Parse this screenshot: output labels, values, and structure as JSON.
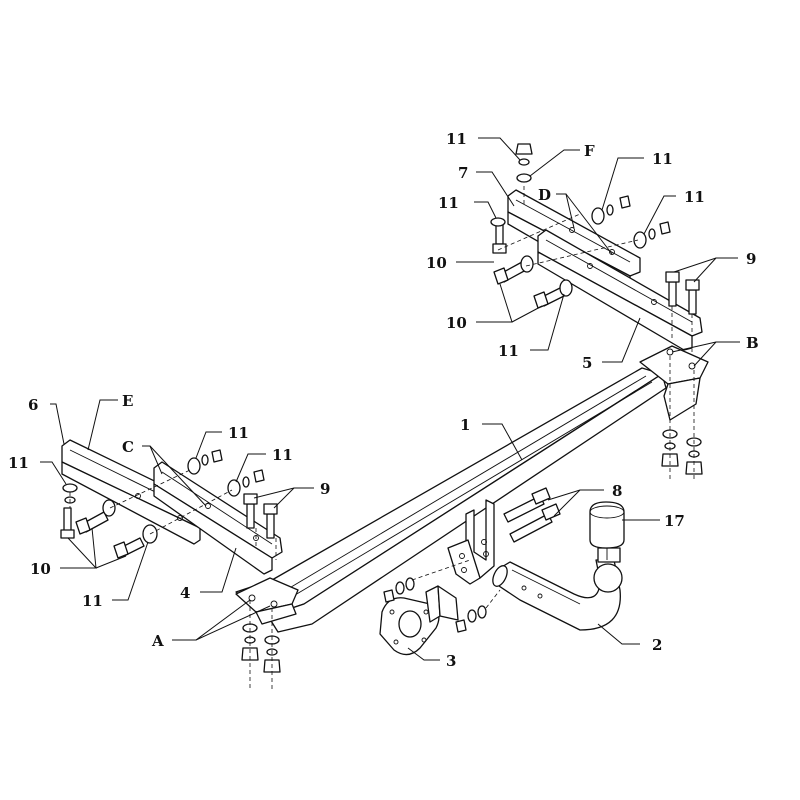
{
  "labels": {
    "n1": "1",
    "n2": "2",
    "n3": "3",
    "n4": "4",
    "n5": "5",
    "n6": "6",
    "n7": "7",
    "n8": "8",
    "n9": "9",
    "n10": "10",
    "n11": "11",
    "n17": "17",
    "A": "A",
    "B": "B",
    "C": "C",
    "D": "D",
    "E": "E",
    "F": "F"
  }
}
